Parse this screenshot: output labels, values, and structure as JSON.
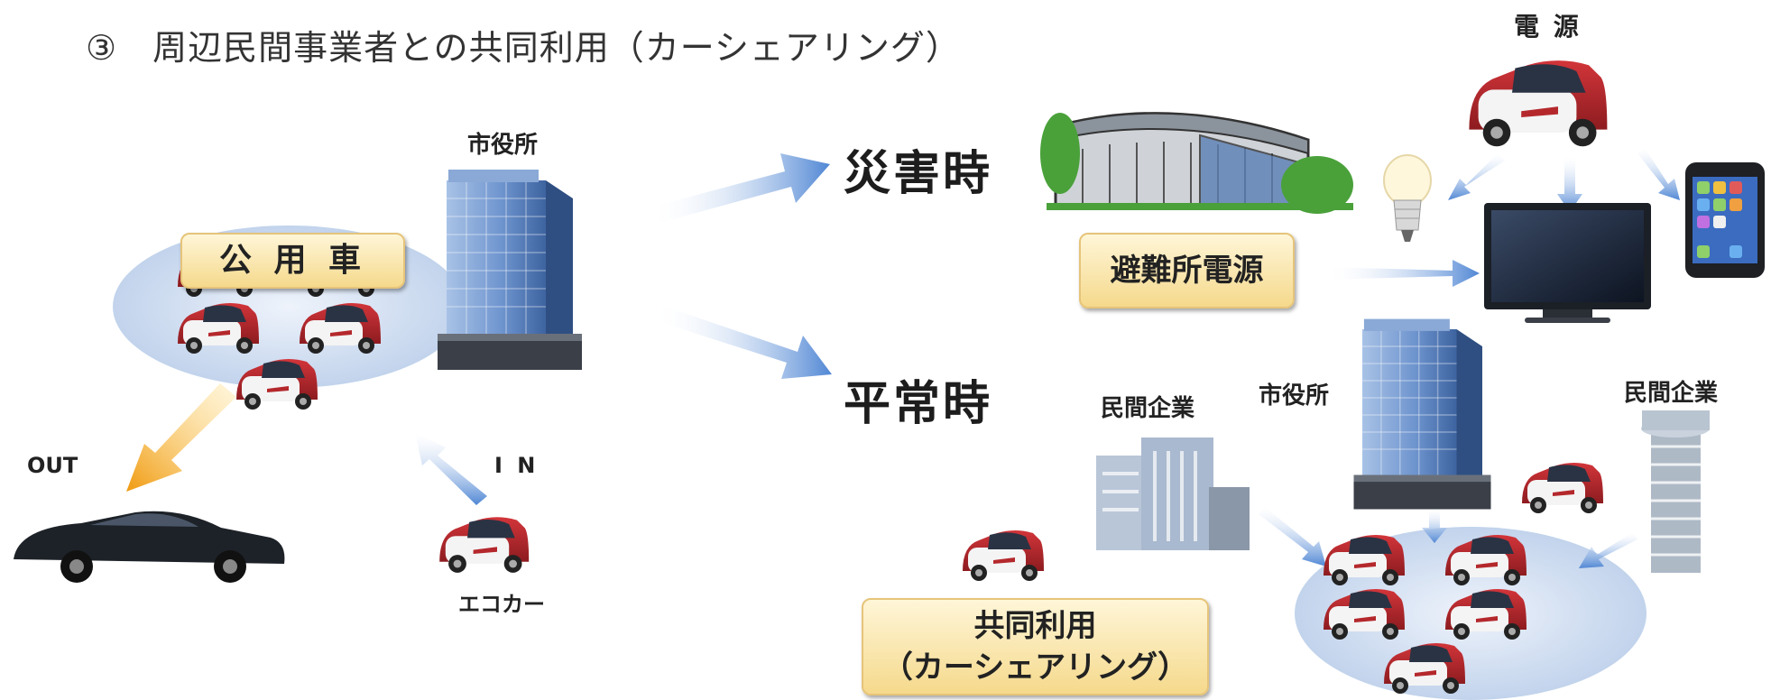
{
  "title": "③　周辺民間事業者との共同利用（カーシェアリング）",
  "left": {
    "city_hall_label": "市役所",
    "public_car_label": "公 用 車",
    "out_label": "OUT",
    "in_label": "I N",
    "eco_car_label": "エコカー"
  },
  "middle": {
    "disaster_label": "災害時",
    "normal_label": "平常時"
  },
  "right": {
    "power_label": "電 源",
    "shelter_power_label": "避難所電源",
    "private_company_left": "民間企業",
    "city_hall_label": "市役所",
    "private_company_right": "民間企業",
    "sharing_line1": "共同利用",
    "sharing_line2": "（カーシェアリング）"
  },
  "colors": {
    "arrow_blue": "#5b8fd6",
    "arrow_orange": "#f0a020",
    "ellipse_blue": "#cfddf2",
    "car_red": "#b4282c",
    "tag_gold": "#f5d98c"
  }
}
